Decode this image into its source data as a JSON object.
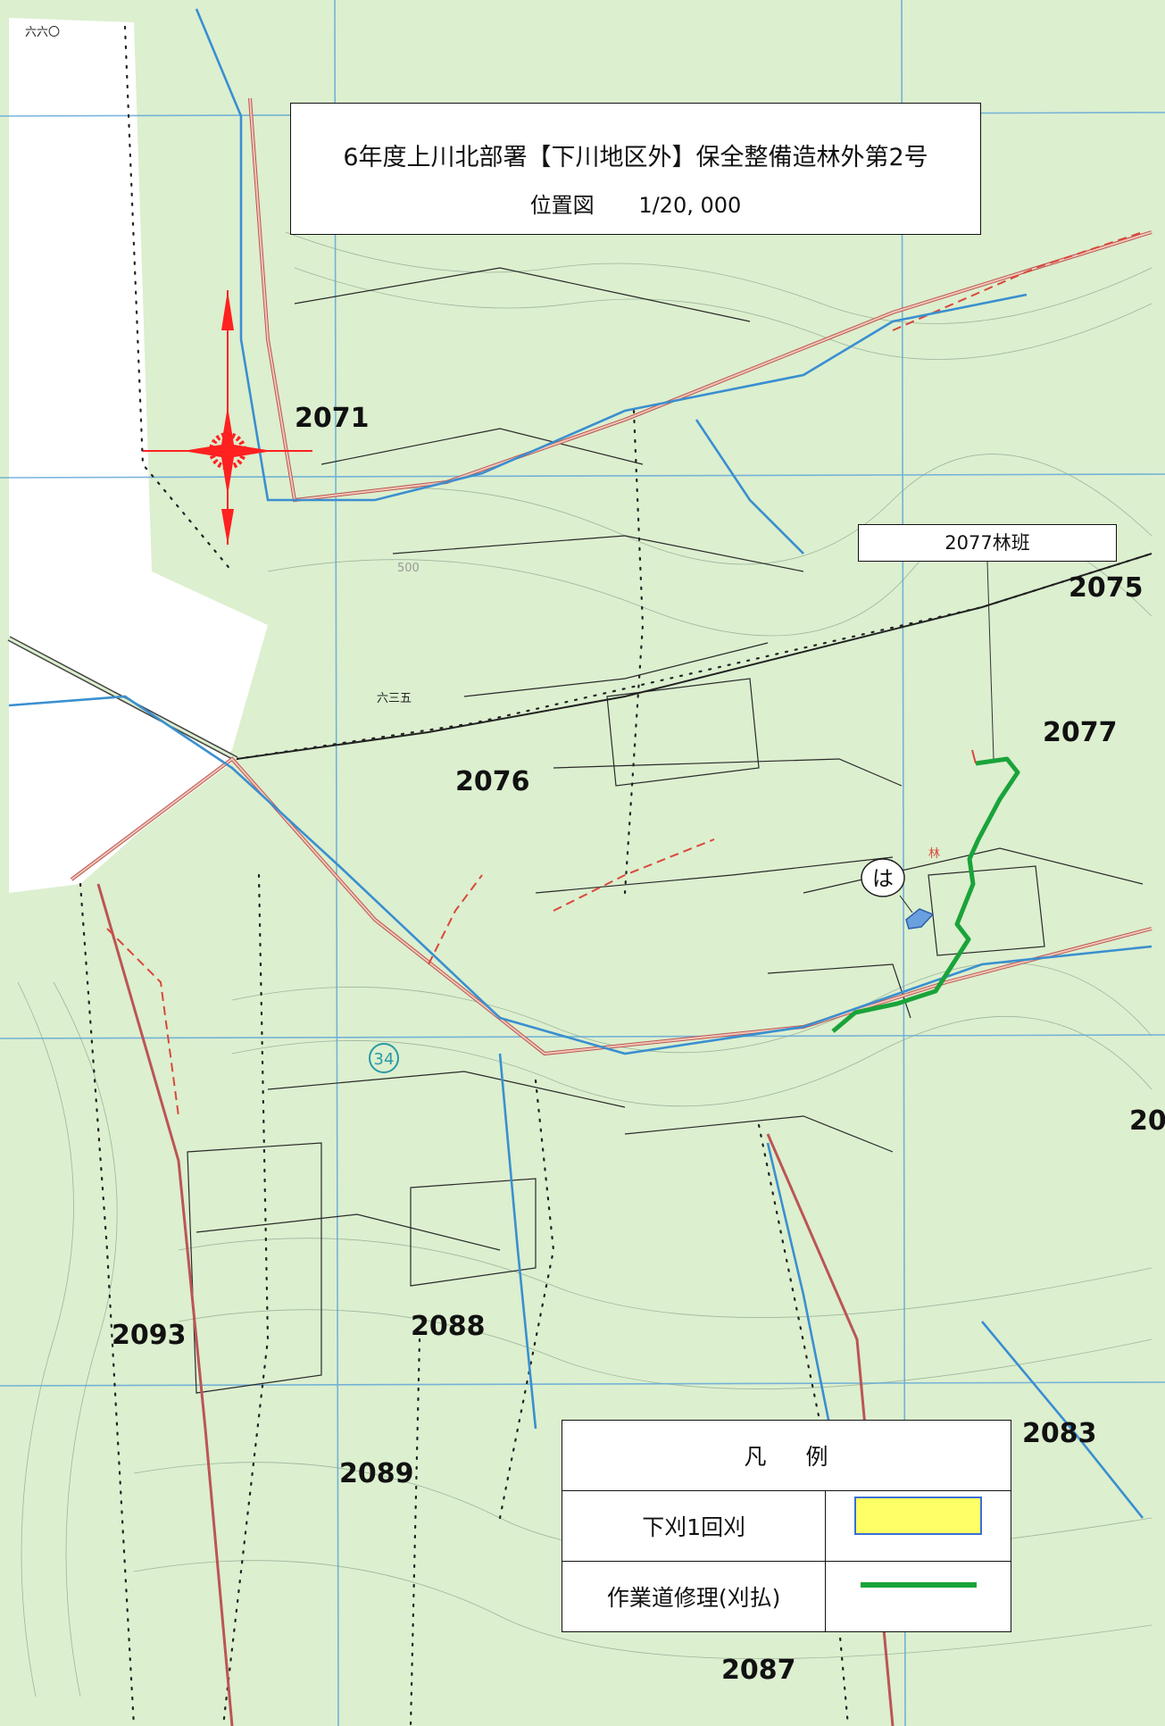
{
  "title": {
    "line1": "6年度上川北部署【下川地区外】保全整備造林外第2号",
    "line2": "位置図",
    "scale": "1/20, 000"
  },
  "callout": {
    "label": "2077林班",
    "marker": "は"
  },
  "legend": {
    "header": "凡例",
    "rows": [
      {
        "label": "下刈1回刈",
        "swatch": "yellow-fill"
      },
      {
        "label": "作業道修理(刈払)",
        "swatch": "green-line"
      }
    ]
  },
  "map_labels": {
    "compartments": [
      {
        "id": "2071"
      },
      {
        "id": "2075"
      },
      {
        "id": "2076"
      },
      {
        "id": "2077"
      },
      {
        "id": "2083"
      },
      {
        "id": "2087"
      },
      {
        "id": "2088"
      },
      {
        "id": "2089"
      },
      {
        "id": "2093"
      },
      {
        "id": "20"
      }
    ],
    "road_number": "34",
    "benchmarks": [
      "六六〇",
      "六三五"
    ],
    "contour_500": "500"
  },
  "colors": {
    "map_bg": "#dcefcf",
    "river": "#3a8fd0",
    "road_red": "#d9483b",
    "work_road_green": "#1aa33a",
    "target_fill": "#6a9fe0",
    "compass_red": "#ff2020",
    "grid_blue": "#5aa4d8"
  },
  "icons": [
    "compass-rose-icon",
    "target-area-icon",
    "road-34-icon"
  ]
}
